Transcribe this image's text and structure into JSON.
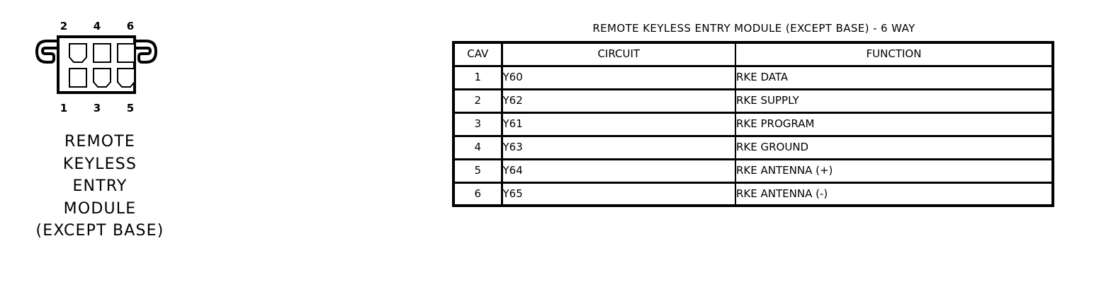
{
  "connector": {
    "caption_lines": [
      "REMOTE",
      "KEYLESS",
      "ENTRY",
      "MODULE",
      "(EXCEPT BASE)"
    ],
    "pin_numbers_top": [
      "2",
      "4",
      "6"
    ],
    "pin_numbers_bottom": [
      "1",
      "3",
      "5"
    ],
    "cavity_count": 6,
    "cavity_shapes": {
      "top_row": [
        "chamfered",
        "square",
        "square"
      ],
      "bottom_row": [
        "square",
        "chamfered",
        "chamfered"
      ]
    },
    "line_color": "#000000",
    "fill_color": "#ffffff"
  },
  "table": {
    "title": "REMOTE KEYLESS ENTRY MODULE (EXCEPT BASE) - 6 WAY",
    "headers": [
      "CAV",
      "CIRCUIT",
      "FUNCTION"
    ],
    "rows": [
      {
        "cav": "1",
        "circuit": "Y60",
        "function": "RKE DATA"
      },
      {
        "cav": "2",
        "circuit": "Y62",
        "function": "RKE SUPPLY"
      },
      {
        "cav": "3",
        "circuit": "Y61",
        "function": "RKE PROGRAM"
      },
      {
        "cav": "4",
        "circuit": "Y63",
        "function": "RKE GROUND"
      },
      {
        "cav": "5",
        "circuit": "Y64",
        "function": "RKE ANTENNA (+)"
      },
      {
        "cav": "6",
        "circuit": "Y65",
        "function": "RKE ANTENNA (-)"
      }
    ],
    "border_color": "#000000",
    "background_color": "#ffffff"
  }
}
